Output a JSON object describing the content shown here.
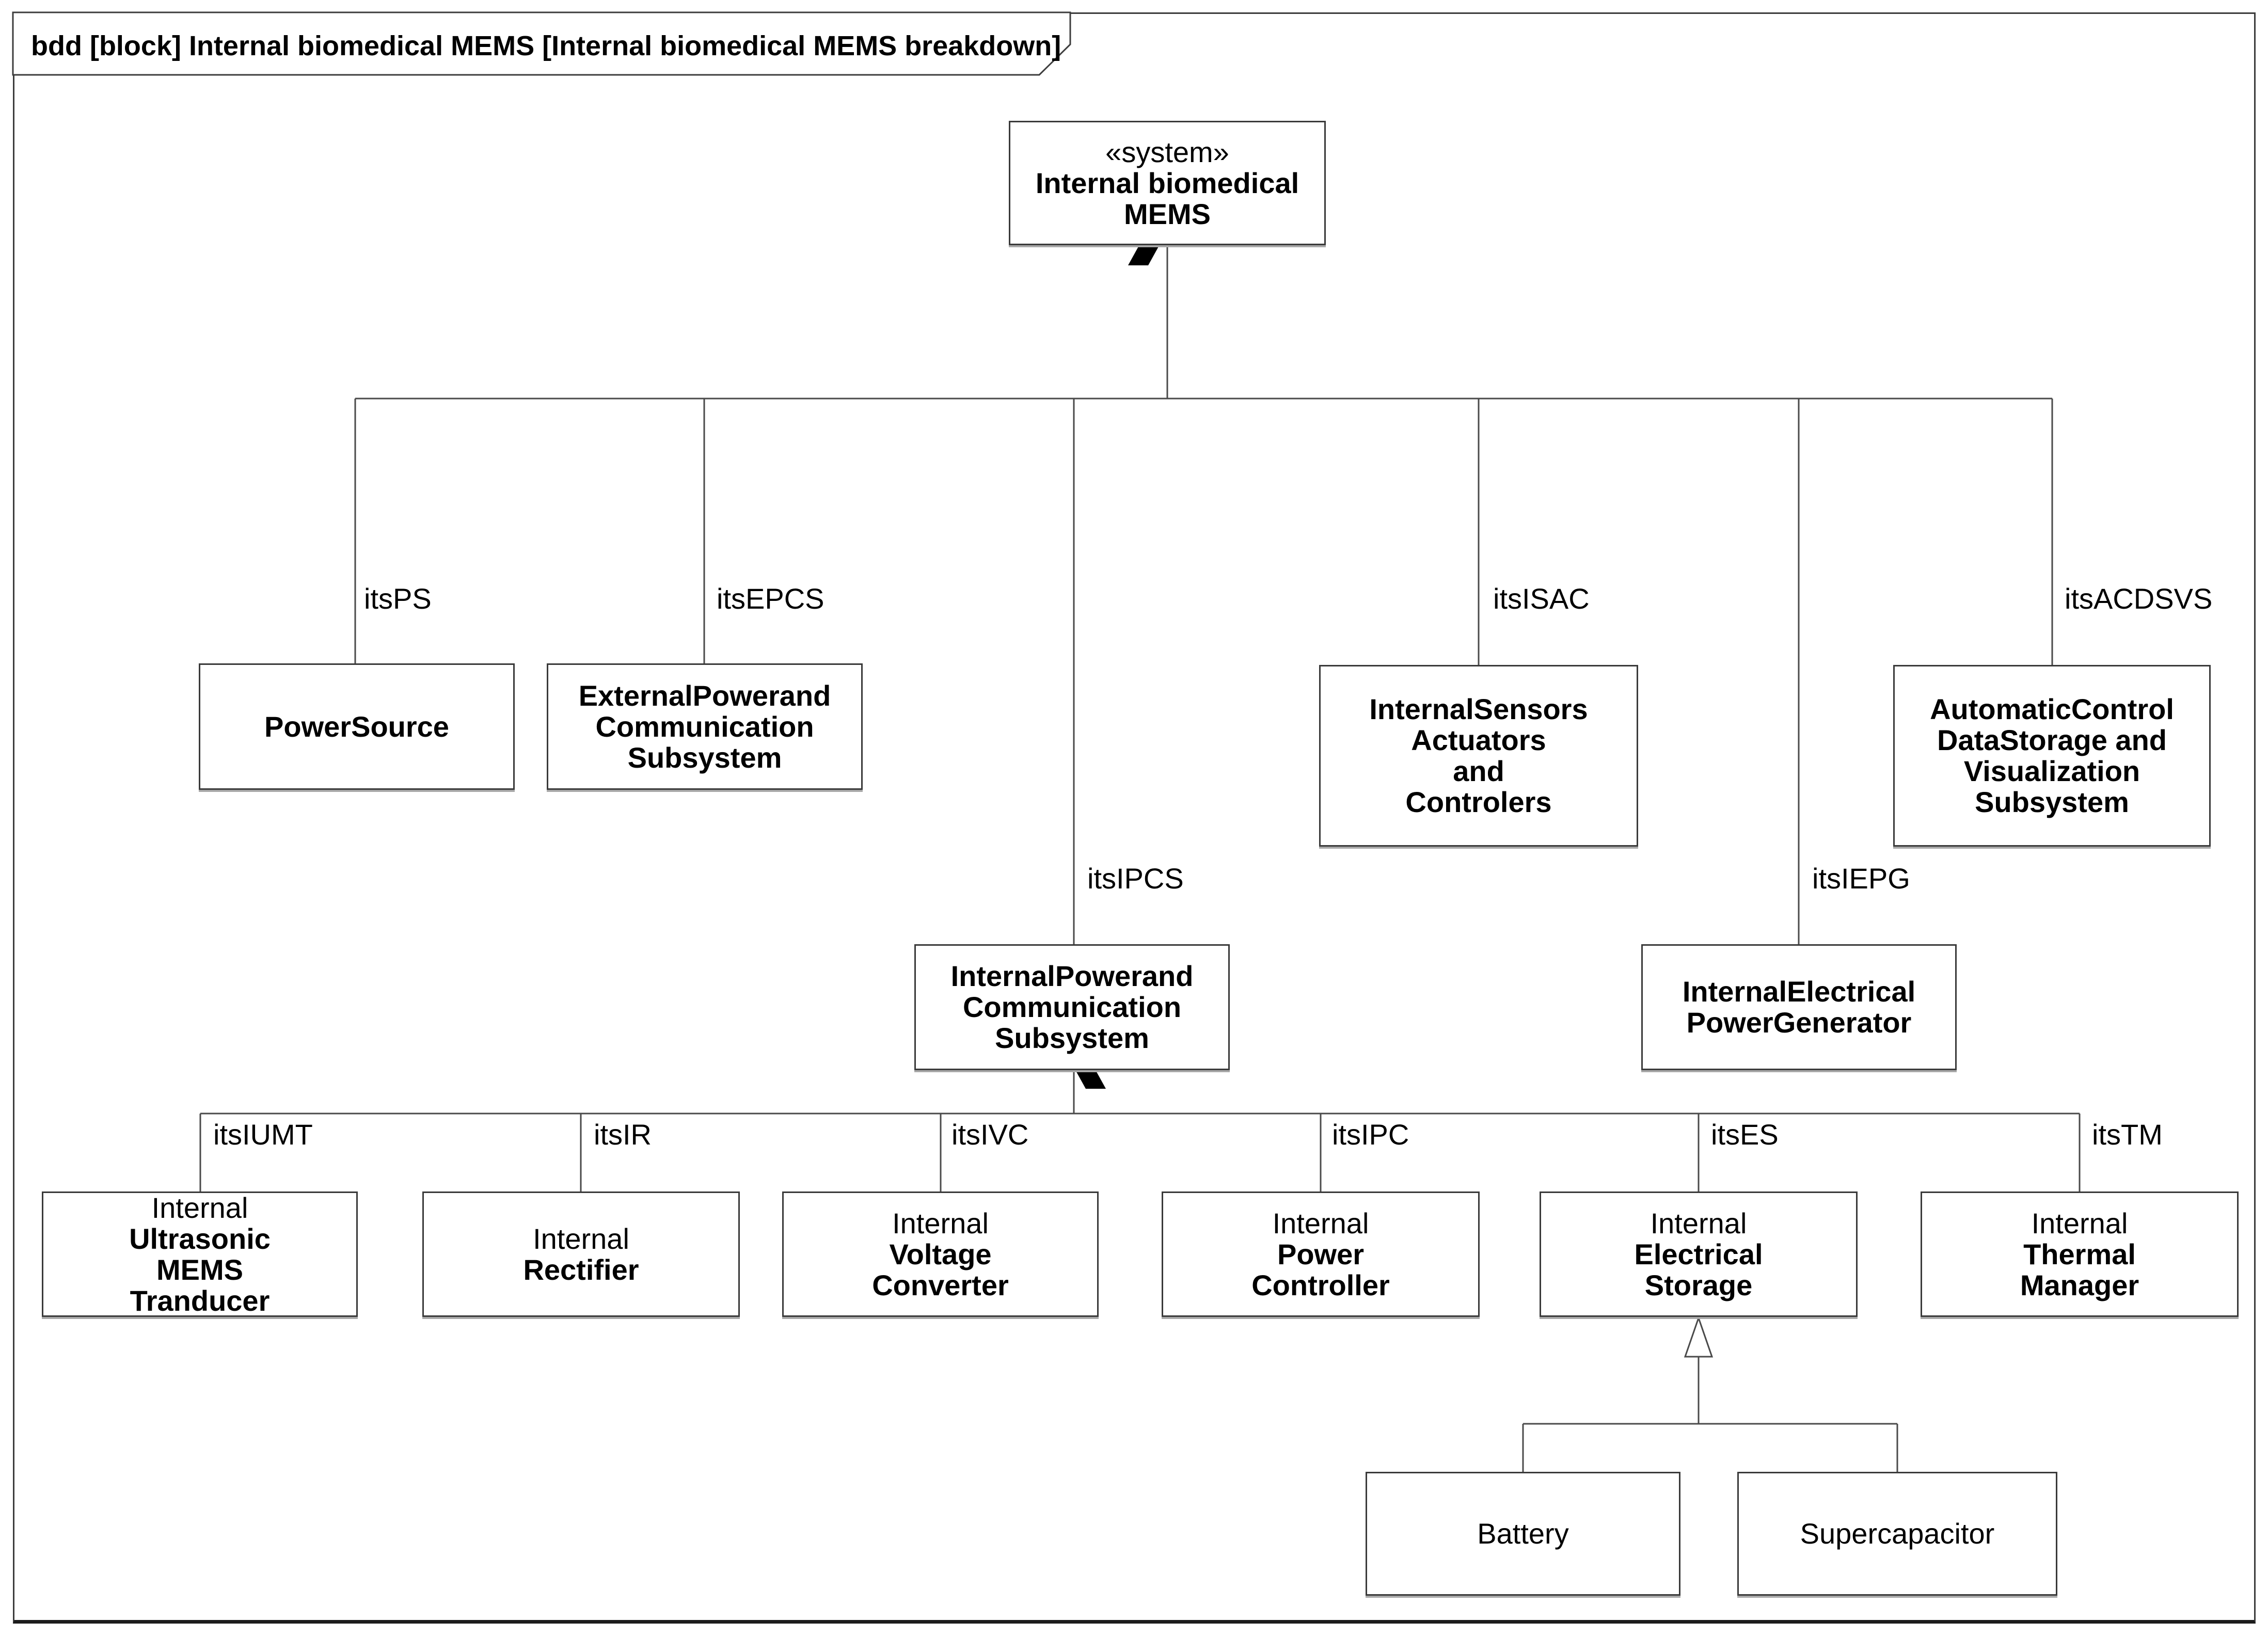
{
  "frame": {
    "title": "bdd [block] Internal biomedical MEMS [Internal biomedical MEMS breakdown]"
  },
  "blocks": [
    {
      "id": "internal-biomedical-mems",
      "lines": [
        {
          "t": "«system»",
          "b": 0
        },
        {
          "t": "Internal biomedical",
          "b": 1
        },
        {
          "t": "MEMS",
          "b": 1
        }
      ]
    },
    {
      "id": "power-source",
      "lines": [
        {
          "t": "PowerSource",
          "b": 1
        }
      ]
    },
    {
      "id": "external-power-and-communication-subsystem",
      "lines": [
        {
          "t": "ExternalPowerand",
          "b": 1
        },
        {
          "t": "Communication",
          "b": 1
        },
        {
          "t": "Subsystem",
          "b": 1
        }
      ]
    },
    {
      "id": "internal-sensors-actuators-and-controlers",
      "lines": [
        {
          "t": "InternalSensors",
          "b": 1
        },
        {
          "t": "Actuators",
          "b": 1
        },
        {
          "t": "and",
          "b": 1
        },
        {
          "t": "Controlers",
          "b": 1
        }
      ]
    },
    {
      "id": "automatic-control-datastorage-and-visualization-subsystem",
      "lines": [
        {
          "t": "AutomaticControl",
          "b": 1
        },
        {
          "t": "DataStorage and",
          "b": 1
        },
        {
          "t": "Visualization",
          "b": 1
        },
        {
          "t": "Subsystem",
          "b": 1
        }
      ]
    },
    {
      "id": "internal-power-and-communication-subsystem",
      "lines": [
        {
          "t": "InternalPowerand",
          "b": 1
        },
        {
          "t": "Communication",
          "b": 1
        },
        {
          "t": "Subsystem",
          "b": 1
        }
      ]
    },
    {
      "id": "internal-electrical-power-generator",
      "lines": [
        {
          "t": "InternalElectrical",
          "b": 1
        },
        {
          "t": "PowerGenerator",
          "b": 1
        }
      ]
    },
    {
      "id": "internal-ultrasonic-mems-tranducer",
      "lines": [
        {
          "t": "Internal",
          "b": 0
        },
        {
          "t": "Ultrasonic",
          "b": 1
        },
        {
          "t": "MEMS",
          "b": 1
        },
        {
          "t": "Tranducer",
          "b": 1
        }
      ]
    },
    {
      "id": "internal-rectifier",
      "lines": [
        {
          "t": "Internal",
          "b": 0
        },
        {
          "t": "Rectifier",
          "b": 1
        }
      ]
    },
    {
      "id": "internal-voltage-converter",
      "lines": [
        {
          "t": "Internal",
          "b": 0
        },
        {
          "t": "Voltage",
          "b": 1
        },
        {
          "t": "Converter",
          "b": 1
        }
      ]
    },
    {
      "id": "internal-power-controller",
      "lines": [
        {
          "t": "Internal",
          "b": 0
        },
        {
          "t": "Power",
          "b": 1
        },
        {
          "t": "Controller",
          "b": 1
        }
      ]
    },
    {
      "id": "internal-electrical-storage",
      "lines": [
        {
          "t": "Internal",
          "b": 0
        },
        {
          "t": "Electrical",
          "b": 1
        },
        {
          "t": "Storage",
          "b": 1
        }
      ]
    },
    {
      "id": "internal-thermal-manager",
      "lines": [
        {
          "t": "Internal",
          "b": 0
        },
        {
          "t": "Thermal",
          "b": 1
        },
        {
          "t": "Manager",
          "b": 1
        }
      ]
    },
    {
      "id": "battery",
      "lines": [
        {
          "t": "Battery",
          "b": 0
        }
      ]
    },
    {
      "id": "supercapacitor",
      "lines": [
        {
          "t": "Supercapacitor",
          "b": 0
        }
      ]
    }
  ],
  "part_labels": [
    {
      "id": "itsPS",
      "text": "itsPS"
    },
    {
      "id": "itsEPCS",
      "text": "itsEPCS"
    },
    {
      "id": "itsISAC",
      "text": "itsISAC"
    },
    {
      "id": "itsACDSVS",
      "text": "itsACDSVS"
    },
    {
      "id": "itsIPCS",
      "text": "itsIPCS"
    },
    {
      "id": "itsIEPG",
      "text": "itsIEPG"
    },
    {
      "id": "itsIUMT",
      "text": "itsIUMT"
    },
    {
      "id": "itsIR",
      "text": "itsIR"
    },
    {
      "id": "itsIVC",
      "text": "itsIVC"
    },
    {
      "id": "itsIPC",
      "text": "itsIPC"
    },
    {
      "id": "itsES",
      "text": "itsES"
    },
    {
      "id": "itsTM",
      "text": "itsTM"
    }
  ],
  "colors": {
    "line": "#4a4a4a",
    "border": "#3a3a3a",
    "composition_diamond": "#000000",
    "background": "#ffffff"
  }
}
